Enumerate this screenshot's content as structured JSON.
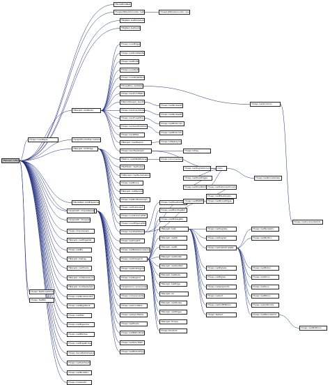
{
  "diagram": {
    "nodes": [
      {
        "id": "root",
        "label": "TNGraph::IsNode",
        "root": true
      },
      {
        "id": "n1",
        "label": "TNodeEDatNet::Dat"
      },
      {
        "id": "n2",
        "label": "TSnapUtilNodeCounter::GetNodeNoGraph"
      },
      {
        "id": "n3",
        "label": "TSnapUtilNodeCounter::operator()"
      },
      {
        "id": "n4",
        "label": "TBigNet::GetNodeSubGraph"
      },
      {
        "id": "n5",
        "label": "TBigNet::GetSubGraph"
      },
      {
        "id": "n6",
        "label": "TSnap::LoadEdgeList"
      },
      {
        "id": "n7",
        "label": "TSnap::GetRndWalkRestart"
      },
      {
        "id": "n8",
        "label": "TSnap::GetRndWalk"
      },
      {
        "id": "n9",
        "label": "TSnap::LoadDyNet"
      },
      {
        "id": "n10",
        "label": "TSnap::LoadDyNetGraphV"
      },
      {
        "id": "n11",
        "label": "TForestFire::AddNodes"
      },
      {
        "id": "n12",
        "label": "TSnap::GenFromMatrix"
      },
      {
        "id": "n13",
        "label": "TMemOfGraph::GenPrefAttach"
      },
      {
        "id": "n14",
        "label": "TNGraph::AddNode"
      },
      {
        "id": "n15",
        "label": "TSnap::GenCopyModel"
      },
      {
        "id": "n16",
        "label": "TSnap::GenForestFire"
      },
      {
        "id": "n17",
        "label": "TSnap::GenGeoPrefAttach"
      },
      {
        "id": "n18",
        "label": "TSnap::GenRMat"
      },
      {
        "id": "n19",
        "label": "TNGraph::GenRewire"
      },
      {
        "id": "n20",
        "label": "TSnap::GenTreeGraph"
      },
      {
        "id": "n21",
        "label": "TGraphEnumUtils::GetGraph"
      },
      {
        "id": "n22",
        "label": "TMatrix::GetRMatBsGraphFromEM"
      },
      {
        "id": "n23",
        "label": "TNetStatic::GetSubGraph"
      },
      {
        "id": "n24",
        "label": "TUNGraph::GetNodeSubGraph"
      },
      {
        "id": "n25",
        "label": "TSnap::GetKCore"
      },
      {
        "id": "n26",
        "label": "TNGraph::AddEdge"
      },
      {
        "id": "n27",
        "label": "TNGraph::GetEgonet"
      },
      {
        "id": "n28",
        "label": "TSnap::GetRndSubGraph"
      },
      {
        "id": "n29",
        "label": "TSnap::GetSubGraph"
      },
      {
        "id": "n30",
        "label": "TSnap::LoadConnListStr"
      },
      {
        "id": "n31",
        "label": "TSnap::LoadEdgeListStr"
      },
      {
        "id": "n32",
        "label": "TSnap::LoadPajek"
      },
      {
        "id": "n33",
        "label": "TSnap::GenPrefAttach"
      },
      {
        "id": "n34",
        "label": "TNodeNet::AddEdgeGraph"
      },
      {
        "id": "n35",
        "label": "TNGraph::IsEdge"
      },
      {
        "id": "n36",
        "label": "TGraphAttr::CheckReadable"
      },
      {
        "id": "n37",
        "label": "TGraphAttr::TGraphAttr"
      },
      {
        "id": "n38",
        "label": "TSnap::CheckGraph"
      },
      {
        "id": "n39",
        "label": "TNGraph::GetEdgeDat"
      },
      {
        "id": "n40",
        "label": "TSnap::GetMx"
      },
      {
        "id": "n41",
        "label": "TNGraph::Defrag"
      },
      {
        "id": "n42",
        "label": "TNGraph::GetTriads"
      },
      {
        "id": "n43",
        "label": "TNGraph::AddNodeUnchecked"
      },
      {
        "id": "n44",
        "label": "TNGraph::SortNodeAdjV"
      },
      {
        "id": "n45",
        "label": "TSnap::GetNodeClustCf"
      },
      {
        "id": "n46",
        "label": "TSnap::GetPageRank"
      },
      {
        "id": "n47",
        "label": "TSnap::GetHits"
      },
      {
        "id": "n48",
        "label": "TSnap::GetEigenVec"
      },
      {
        "id": "n49",
        "label": "TSnap::GetBfsTree"
      },
      {
        "id": "n50",
        "label": "TSnap::GetEdgeBridges"
      },
      {
        "id": "n51",
        "label": "TSnap::SaveMatlabSparseMtx"
      },
      {
        "id": "n52",
        "label": "TSnap::GetSubTreeSz"
      },
      {
        "id": "n53",
        "label": "TSnap::GetNodeEcc"
      },
      {
        "id": "n54",
        "label": "TSnap::DrawGViz"
      },
      {
        "id": "n55",
        "label": "TSnap::GetClustCf"
      },
      {
        "id": "n56",
        "label": "TSnap::GetBetweennessCentr"
      },
      {
        "id": "n57",
        "label": "TSnap::GetInDegCnt"
      },
      {
        "id": "n58",
        "label": "TSnap::GetOutDegCnt"
      },
      {
        "id": "n59",
        "label": "TSnap::GetDegCnt"
      },
      {
        "id": "n60",
        "label": "TGraphAnon::Anonymize"
      },
      {
        "id": "n61",
        "label": "TSnap::CmtyGirvanNewman"
      },
      {
        "id": "n62",
        "label": "TSnap::GetCmnNbrs"
      },
      {
        "id": "n63",
        "label": "TSnap::GetLen2Paths"
      },
      {
        "id": "n64",
        "label": "TSnap::GetTriads"
      },
      {
        "id": "n65",
        "label": "TSnap::GetBfsFullDiam"
      },
      {
        "id": "n66",
        "label": "TSnap::GetShortPath"
      },
      {
        "id": "n67",
        "label": "TSnap::GetMxOutDegNId"
      },
      {
        "id": "n68",
        "label": "TSnap::GetMxInDegNId"
      },
      {
        "id": "n69",
        "label": "TSnap::GetMxDegNId"
      },
      {
        "id": "n70",
        "label": "TNGraph::IsOk"
      },
      {
        "id": "n71",
        "label": "TNGraph::GetNI"
      },
      {
        "id": "n72",
        "label": "TNGraph::GetEI"
      },
      {
        "id": "n73",
        "label": "TNGraph::GetRndNI"
      },
      {
        "id": "n74",
        "label": "TNGraph::GetRndNId"
      },
      {
        "id": "n75",
        "label": "TNGraph::DelNode"
      },
      {
        "id": "n76",
        "label": "TNGraph::DelEdge"
      },
      {
        "id": "n77",
        "label": "TNGraph::Clr"
      },
      {
        "id": "n78",
        "label": "TNGraph::GetNodes"
      },
      {
        "id": "n79",
        "label": "TNGraph::GetEdges"
      },
      {
        "id": "n80",
        "label": "TNGraph::Empty"
      },
      {
        "id": "n81",
        "label": "TSnap::PrintInfo"
      },
      {
        "id": "n82",
        "label": "TSnap::GetSngVals"
      },
      {
        "id": "n83",
        "label": "TSnap::GetSngVec"
      },
      {
        "id": "n84",
        "label": "TSnap::GetInvParticipRat"
      },
      {
        "id": "n85",
        "label": "TSnap::GetEigVals"
      },
      {
        "id": "n86",
        "label": "TSnap::GetEigVec"
      },
      {
        "id": "n87",
        "label": "TSnap::GetGraphInfo"
      },
      {
        "id": "n88",
        "label": "TSnap::GetAnf"
      },
      {
        "id": "n89",
        "label": "TSnap::GetAnfEffDiam"
      },
      {
        "id": "n90",
        "label": "TSnap::TestAnf"
      },
      {
        "id": "n91",
        "label": "main"
      },
      {
        "id": "n92",
        "label": "TSnap::GetTriadEdges"
      },
      {
        "id": "n93",
        "label": "TSnap::GetTriadParticip"
      },
      {
        "id": "n94",
        "label": "TSnap::GetSubGraphCount"
      },
      {
        "id": "n95",
        "label": "TSnap::GetESubGraph"
      },
      {
        "id": "n96",
        "label": "TSnap::GetNodeWcc"
      },
      {
        "id": "n97",
        "label": "TSnap::GetMxWcc"
      },
      {
        "id": "n98",
        "label": "TSnap::GetMxScc"
      },
      {
        "id": "n99",
        "label": "TSnap::GetWccs"
      },
      {
        "id": "n100",
        "label": "TSnap::GetSccs"
      },
      {
        "id": "n101",
        "label": "TSnap::GetBiCon"
      },
      {
        "id": "n102",
        "label": "TSnap::GetArtPoints"
      },
      {
        "id": "n103",
        "label": "TSnap::GetBiConSzCnt"
      },
      {
        "id": "n104",
        "label": "TSnap::GetMxBiCon"
      },
      {
        "id": "n105",
        "label": "TSnap::Get1CnCom"
      },
      {
        "id": "n106",
        "label": "TSnap::Get1CnComSzCnt"
      },
      {
        "id": "n107",
        "label": "TSnap::GetKCoreNodes"
      },
      {
        "id": "n108",
        "label": "TSnap::GetKCoreEdges"
      },
      {
        "id": "n109",
        "label": "TSnap::GetSngValsCount"
      },
      {
        "id": "n110",
        "label": "TSnap::GetTreeRootNId"
      },
      {
        "id": "n111",
        "label": "TSnap::IsTree"
      },
      {
        "id": "n112",
        "label": "TSnap::IsConnected"
      },
      {
        "id": "n113",
        "label": "TSnap::IsWeaklyConn"
      },
      {
        "id": "n114",
        "label": "TSnap::GetMxSccSz"
      },
      {
        "id": "n115",
        "label": "TSnap::GetMxWccSz"
      },
      {
        "id": "n116",
        "label": "TSnap::GetNodesAtHop"
      },
      {
        "id": "n117",
        "label": "TSnap::GetNodesAtHops"
      },
      {
        "id": "n118",
        "label": "TSnap::GetBfsEffDiam"
      },
      {
        "id": "n119",
        "label": "TSnap::TestGraphDraw"
      },
      {
        "id": "n120",
        "label": "TSnap::TestBfs"
      }
    ]
  }
}
